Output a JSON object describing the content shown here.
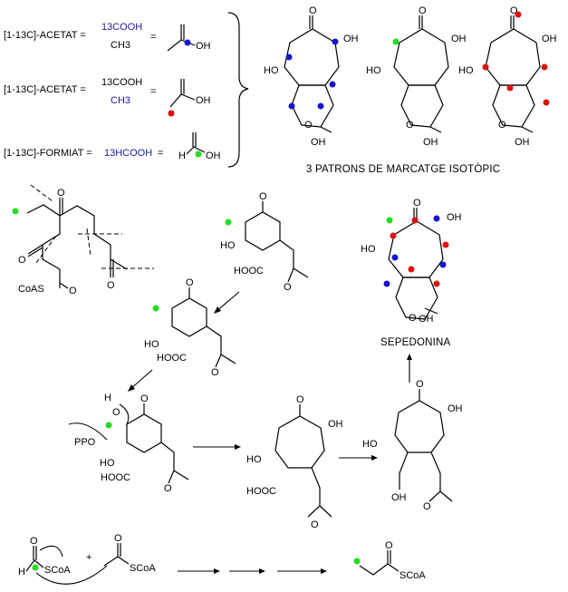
{
  "labels": {
    "acetat1": "[1-13C]-ACETAT =",
    "acetat2": "[1-13C]-ACETAT =",
    "formiat": "[1-13C]-FORMIAT =",
    "cooh13_a": "13COOH",
    "ch3_a": "CH3",
    "cooh13_b": "13COOH",
    "ch3_b": "CH3",
    "hcooh": "13HCOOH",
    "eq1": "=",
    "eq2": "=",
    "eq3": "=",
    "oh": "OH",
    "h": "H",
    "o": "O",
    "ho": "HO",
    "patrons": "3 PATRONS DE MARCATGE ISOTÒPIC",
    "sepedonina": "SEPEDONINA",
    "coas": "CoAS",
    "hooc": "HOOC",
    "ppo": "PPO",
    "scoa": "SCoA",
    "plus": "+"
  },
  "colors": {
    "blue": "#1515d0",
    "red": "#e01010",
    "green": "#22dd22",
    "ink": "#000000"
  }
}
